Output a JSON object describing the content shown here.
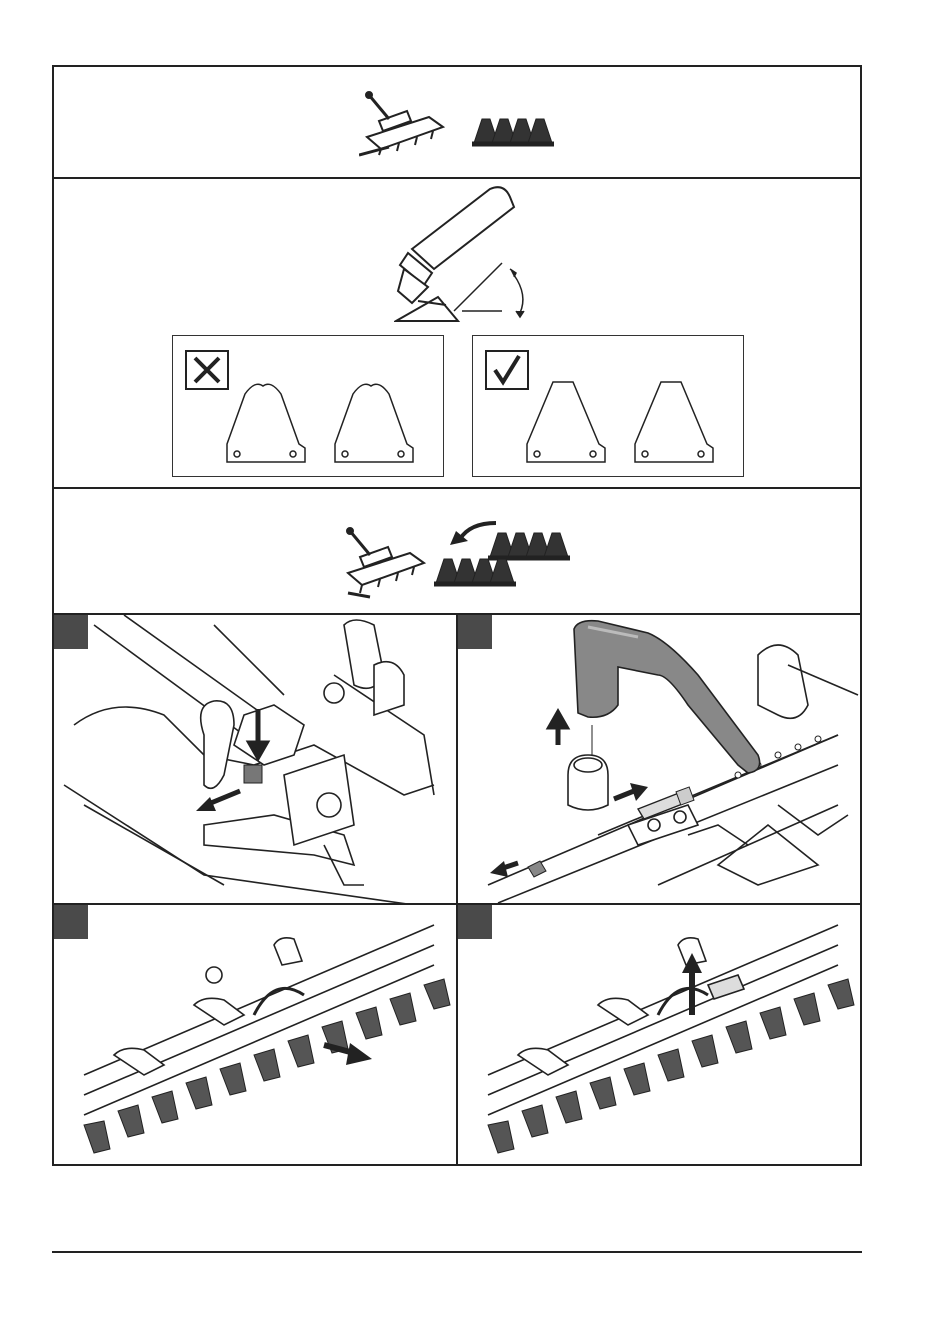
{
  "manual_page": {
    "sections": [
      {
        "id": "header",
        "icons": [
          "knife-bar-tool-icon",
          "cutting-blades-icon"
        ]
      },
      {
        "id": "sharpening",
        "icons": [
          "grinder-icon",
          "sharpening-angle-icon"
        ],
        "comparison": [
          {
            "status": "wrong",
            "icon": "cross-icon"
          },
          {
            "status": "correct",
            "icon": "check-icon"
          }
        ]
      },
      {
        "id": "knife-change",
        "icons": [
          "knife-bar-tool-icon",
          "knife-swap-arrow-icon",
          "cutting-blades-icon"
        ]
      }
    ],
    "steps": [
      {
        "number": "",
        "panel": "release-latch"
      },
      {
        "number": "",
        "panel": "remove-clamp-lever"
      },
      {
        "number": "",
        "panel": "pull-out-knife"
      },
      {
        "number": "",
        "panel": "lift-knife-head"
      }
    ],
    "colors": {
      "line": "#222222",
      "step_badge": "#4a4a4a",
      "handle": "#7a7a7a"
    }
  }
}
